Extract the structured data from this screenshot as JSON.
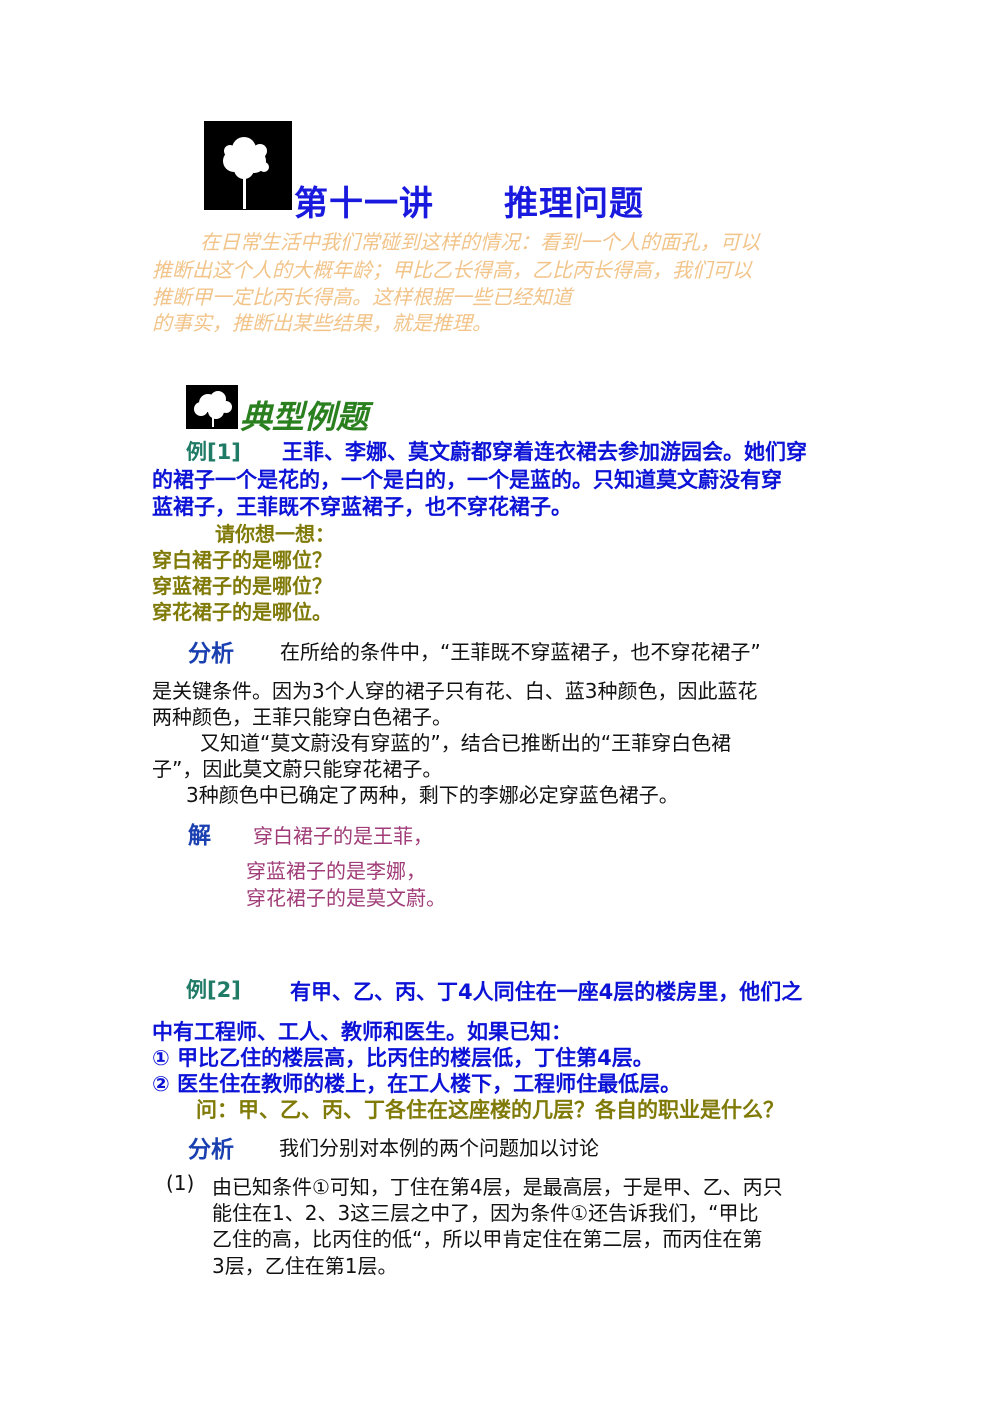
{
  "header": {
    "title": "第十一讲　　推理问题",
    "intro_lines": [
      "在日常生活中我们常碰到这样的情况：看到一个人的面孔，可以",
      "推断出这个人的大概年龄；甲比乙长得高，乙比丙长得高，我们可以",
      "推断甲一定比丙长得高。这样根据一些已经知道",
      "的事实，推断出某些结果，就是推理。"
    ]
  },
  "section": {
    "title": "典型例题"
  },
  "example1": {
    "label": "例[1]",
    "lines": [
      "王菲、李娜、莫文蔚都穿着连衣裙去参加游园会。她们穿",
      "的裙子一个是花的，一个是白的，一个是蓝的。只知道莫文蔚没有穿",
      "蓝裙子，王菲既不穿蓝裙子，也不穿花裙子。"
    ],
    "prompt": "请你想一想：",
    "questions": [
      "穿白裙子的是哪位？",
      "穿蓝裙子的是哪位？",
      "穿花裙子的是哪位。"
    ],
    "analysis_label": "分析",
    "analysis_lines": [
      "在所给的条件中，“王菲既不穿蓝裙子，也不穿花裙子”",
      "是关键条件。因为3个人穿的裙子只有花、白、蓝3种颜色，因此蓝花",
      "两种颜色，王菲只能穿白色裙子。",
      "又知道“莫文蔚没有穿蓝的”，结合已推断出的“王菲穿白色裙",
      "子”，因此莫文蔚只能穿花裙子。",
      "3种颜色中已确定了两种，剩下的李娜必定穿蓝色裙子。"
    ],
    "solution_label": "解",
    "solution_lines": [
      "穿白裙子的是王菲，",
      "穿蓝裙子的是李娜，",
      "穿花裙子的是莫文蔚。"
    ]
  },
  "example2": {
    "label": "例[2]",
    "lines": [
      "有甲、乙、丙、丁4人同住在一座4层的楼房里，他们之",
      "中有工程师、工人、教师和医生。如果已知："
    ],
    "conditions": [
      "① 甲比乙住的楼层高，比丙住的楼层低，丁住第4层。",
      "② 医生住在教师的楼上，在工人楼下，工程师住最低层。"
    ],
    "question": "问：甲、乙、丙、丁各住在这座楼的几层？各自的职业是什么？",
    "analysis_label": "分析",
    "analysis_intro": "我们分别对本例的两个问题加以讨论",
    "part1_num": "(1)",
    "part1_lines": [
      "由已知条件①可知，丁住在第4层，是最高层，于是甲、乙、丙只",
      "能住在1、2、3这三层之中了，因为条件①还告诉我们，“甲比",
      "乙住的高，比丙住的低“，所以甲肯定住在第二层，而丙住在第",
      "3层，乙住在第1层。"
    ]
  }
}
